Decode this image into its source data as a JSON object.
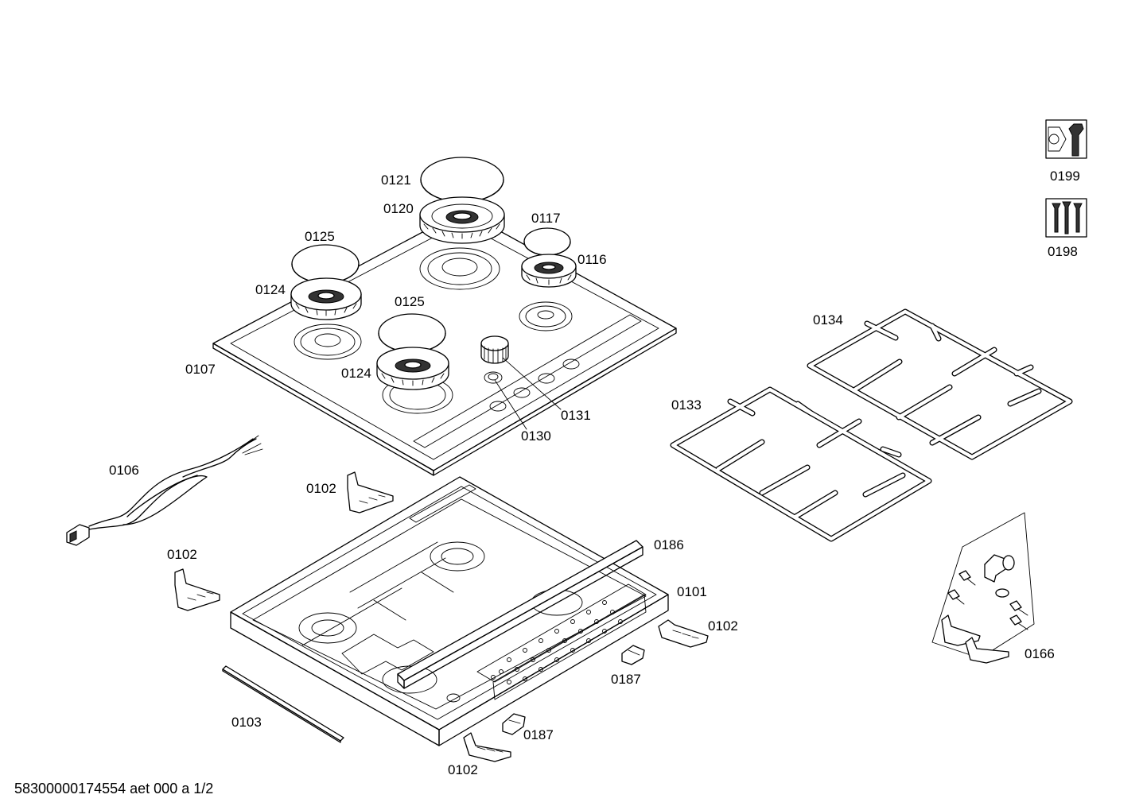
{
  "parts": [
    {
      "id": "p0121",
      "label": "0121"
    },
    {
      "id": "p0120",
      "label": "0120"
    },
    {
      "id": "p0117",
      "label": "0117"
    },
    {
      "id": "p0116",
      "label": "0116"
    },
    {
      "id": "p0125a",
      "label": "0125"
    },
    {
      "id": "p0124a",
      "label": "0124"
    },
    {
      "id": "p0125b",
      "label": "0125"
    },
    {
      "id": "p0124b",
      "label": "0124"
    },
    {
      "id": "p0107",
      "label": "0107"
    },
    {
      "id": "p0131",
      "label": "0131"
    },
    {
      "id": "p0130",
      "label": "0130"
    },
    {
      "id": "p0106",
      "label": "0106"
    },
    {
      "id": "p0102a",
      "label": "0102"
    },
    {
      "id": "p0102b",
      "label": "0102"
    },
    {
      "id": "p0102c",
      "label": "0102"
    },
    {
      "id": "p0102d",
      "label": "0102"
    },
    {
      "id": "p0186",
      "label": "0186"
    },
    {
      "id": "p0101",
      "label": "0101"
    },
    {
      "id": "p0187a",
      "label": "0187"
    },
    {
      "id": "p0187b",
      "label": "0187"
    },
    {
      "id": "p0103",
      "label": "0103"
    },
    {
      "id": "p0134",
      "label": "0134"
    },
    {
      "id": "p0133",
      "label": "0133"
    },
    {
      "id": "p0166",
      "label": "0166"
    },
    {
      "id": "p0199",
      "label": "0199"
    },
    {
      "id": "p0198",
      "label": "0198"
    }
  ],
  "footer": {
    "code": "58300000174554 aet 000 a 1/2"
  },
  "icons": {
    "tool": "nut-wrench-icon",
    "screws": "screws-icon"
  }
}
